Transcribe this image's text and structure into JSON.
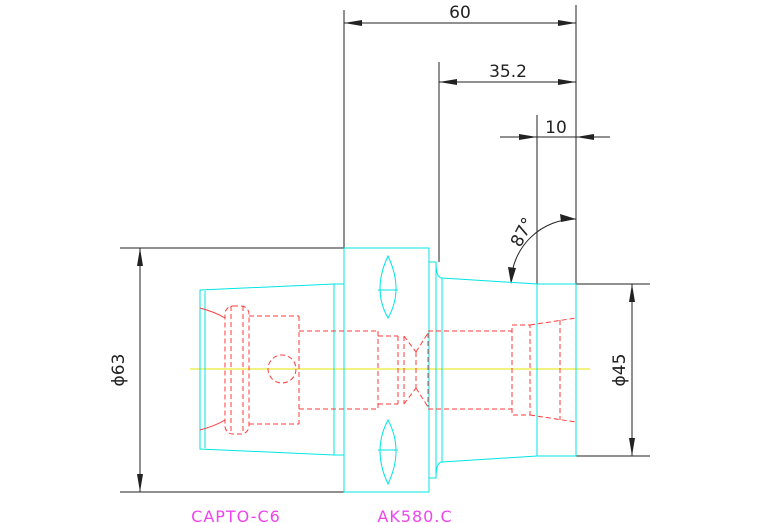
{
  "dimensions": {
    "overall_length": "60",
    "shank_length": "35.2",
    "nose_length": "10",
    "taper_angle": "87°",
    "flange_diameter": "ϕ63",
    "nose_diameter": "ϕ45"
  },
  "labels": {
    "left_part": "CAPTO-C6",
    "right_part": "AK580.C"
  },
  "colors": {
    "outline": "#00e5e5",
    "hidden": "#ff3b3b",
    "centerline": "#e6e600",
    "dimension": "#222222",
    "label": "#ee44ee"
  }
}
